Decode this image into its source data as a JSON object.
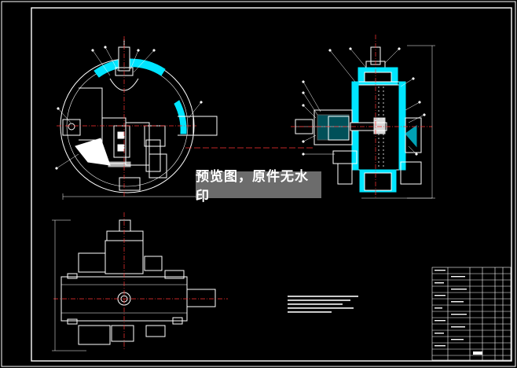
{
  "watermark": {
    "text": "预览图，原件无水印"
  },
  "colors": {
    "background": "#000000",
    "line": "#ffffff",
    "center_line": "#ff3333",
    "section_fill": "#00e5ff",
    "leader": "#ffffff",
    "frame": "#ffffff"
  },
  "views": [
    "front-section-view",
    "side-section-view",
    "top-view"
  ],
  "title_block": {
    "present": true
  },
  "technical_notes": {
    "present": true
  }
}
